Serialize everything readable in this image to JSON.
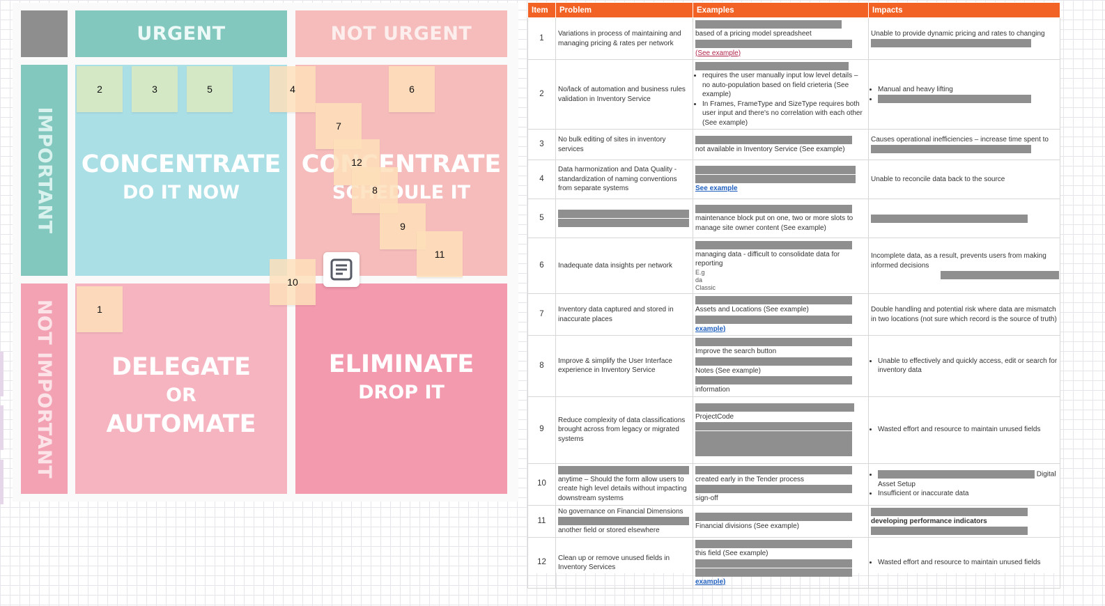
{
  "matrix": {
    "header_urgent": "URGENT",
    "header_not_urgent": "NOT URGENT",
    "row_important": "IMPORTANT",
    "row_not_important": "NOT IMPORTANT",
    "q1_title": "CONCENTRATE",
    "q1_sub": "DO IT NOW",
    "q2_title": "CONCENTRATE",
    "q2_sub": "SCHEDULE IT",
    "q3_title1": "DELEGATE",
    "q3_or": "OR",
    "q3_title2": "AUTOMATE",
    "q4_title": "ELIMINATE",
    "q4_sub": "DROP IT",
    "notes": [
      "2",
      "3",
      "5",
      "4",
      "6",
      "7",
      "12",
      "8",
      "9",
      "11",
      "10",
      "1"
    ],
    "doc_icon": "document-lines-icon"
  },
  "table": {
    "headers": [
      "Item",
      "Problem",
      "Examples",
      "Impacts"
    ],
    "rows": [
      {
        "item": "1",
        "problem": "Variations in process of maintaining and managing pricing & rates per network",
        "ex": [
          "based of a pricing model spreadsheet",
          "(See example)"
        ],
        "impact": "Unable to provide dynamic pricing and rates to changing"
      },
      {
        "item": "2",
        "problem": "No/lack of automation and business rules validation in Inventory Service",
        "ex": [
          "requires the user manually input low level details – no auto-population based on field crieteria (See example)",
          "In Frames, FrameType and SizeType requires both user input and there's no correlation with each other (See example)"
        ],
        "impact": "Manual and heavy lifting"
      },
      {
        "item": "3",
        "problem": "No bulk editing of sites in inventory services",
        "ex": [
          "not available in Inventory Service (See example)"
        ],
        "impact": "Causes operational inefficiencies – increase time spent to"
      },
      {
        "item": "4",
        "problem": "Data harmonization and Data Quality - standardization of naming conventions from separate systems",
        "ex": [
          "See example"
        ],
        "impact": "Unable to reconcile data back to the source"
      },
      {
        "item": "5",
        "problem": "",
        "ex": [
          "maintenance block put on one, two or more slots to manage site owner content (See example)"
        ],
        "impact": ""
      },
      {
        "item": "6",
        "problem": "Inadequate data insights per network",
        "ex": [
          "managing data - difficult to consolidate data for reporting",
          "E.g",
          "da",
          "Classic"
        ],
        "impact": "Incomplete data, as a result, prevents users from making informed decisions"
      },
      {
        "item": "7",
        "problem": "Inventory data captured and stored in inaccurate places",
        "ex": [
          "Assets and Locations (See example)",
          "example)"
        ],
        "impact": "Double handling and potential risk where data are mismatch in two locations (not sure which record is the source of truth)"
      },
      {
        "item": "8",
        "problem": "Improve & simplify the User Interface experience in Inventory Service",
        "ex": [
          "Improve the search button",
          "Notes (See example)",
          "information"
        ],
        "impact": "Unable to effectively and quickly access, edit or search for inventory data"
      },
      {
        "item": "9",
        "problem": "Reduce complexity of data classifications brought across from legacy or migrated systems",
        "ex": [
          "ProjectCode"
        ],
        "impact": "Wasted effort and resource to maintain unused fields"
      },
      {
        "item": "10",
        "problem": "anytime – Should the form allow users to create high level details without impacting downstream systems",
        "ex": [
          "created early in the Tender process",
          "sign-off"
        ],
        "impact": [
          "Digital",
          "Asset Setup",
          "Insufficient or inaccurate data"
        ]
      },
      {
        "item": "11",
        "problem": "No governance on Financial Dimensions",
        "problem2": "another field or stored elsewhere",
        "ex": [
          "Financial divisions (See example)"
        ],
        "impact": "developing performance indicators"
      },
      {
        "item": "12",
        "problem": "Clean up or remove unused fields in Inventory Services",
        "ex": [
          "this field (See example)",
          "example)"
        ],
        "impact": "Wasted effort and resource to maintain unused fields"
      }
    ]
  },
  "colors": {
    "urgent": "#83c8bf",
    "not_urgent": "#f6bcbc",
    "header_orange": "#f26225",
    "redaction": "#8f8f8f"
  }
}
